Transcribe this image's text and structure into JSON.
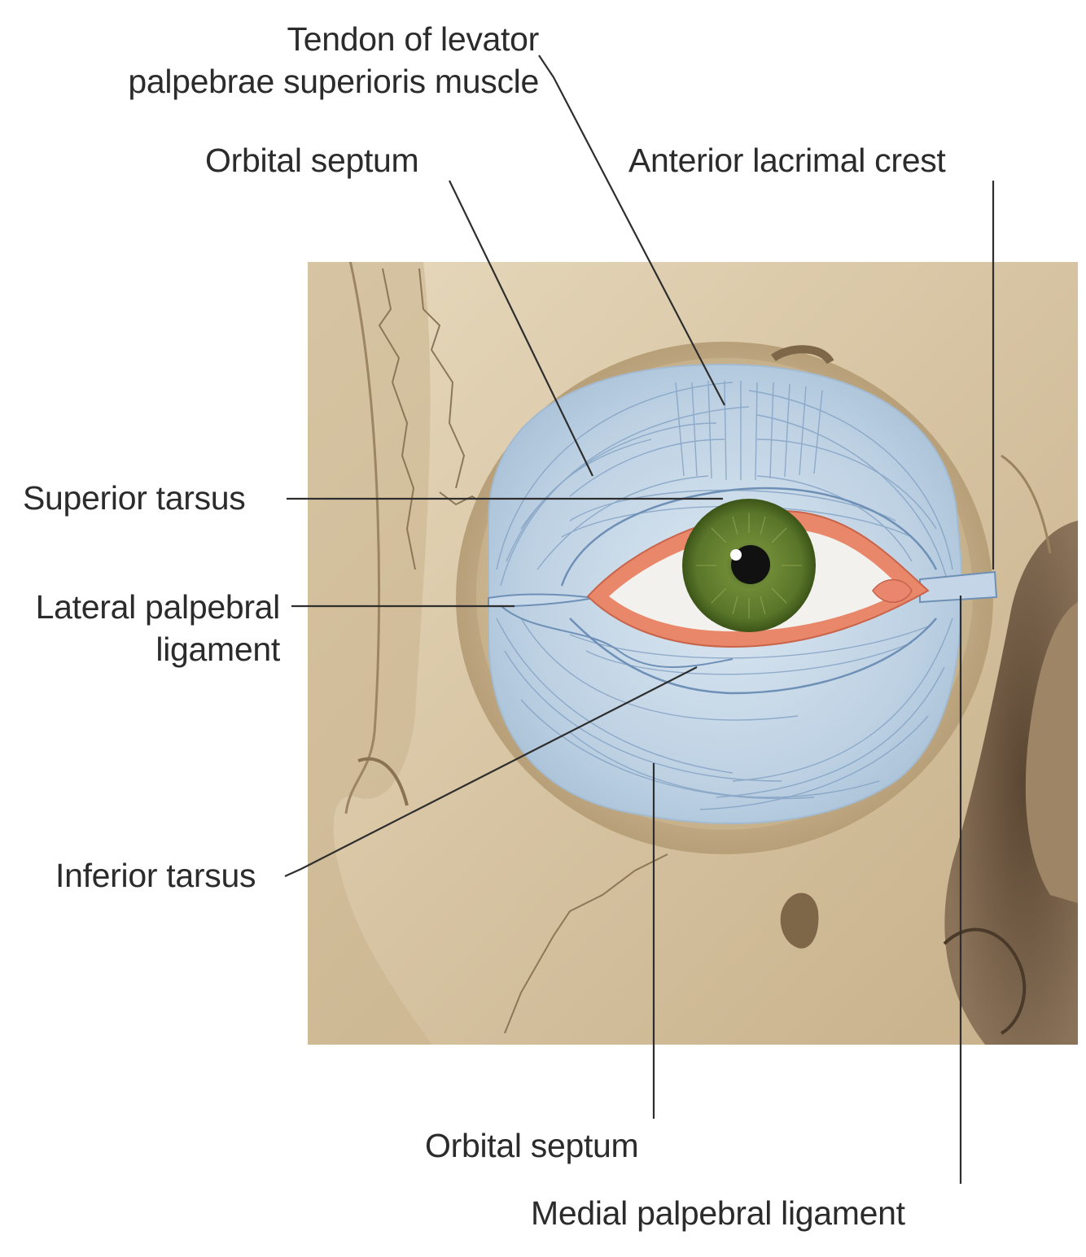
{
  "labels": {
    "levator_tendon": [
      "Tendon of levator",
      "palpebrae superioris muscle"
    ],
    "orbital_septum_top": "Orbital septum",
    "anterior_lacrimal_crest": "Anterior lacrimal crest",
    "superior_tarsus": "Superior tarsus",
    "lateral_palpebral_ligament": [
      "Lateral palpebral",
      "ligament"
    ],
    "inferior_tarsus": "Inferior tarsus",
    "orbital_septum_bottom": "Orbital septum",
    "medial_palpebral_ligament": "Medial palpebral ligament"
  },
  "colors": {
    "bone": "#d9c8a8",
    "bone_shadow": "#a8926c",
    "septum": "#b9cde0",
    "septum_fiber": "#7d9cc0",
    "eyelid_margin": "#e8876a",
    "iris": "#5f7a2f",
    "sclera": "#f3f1ee",
    "leader": "#2e2e2e"
  }
}
